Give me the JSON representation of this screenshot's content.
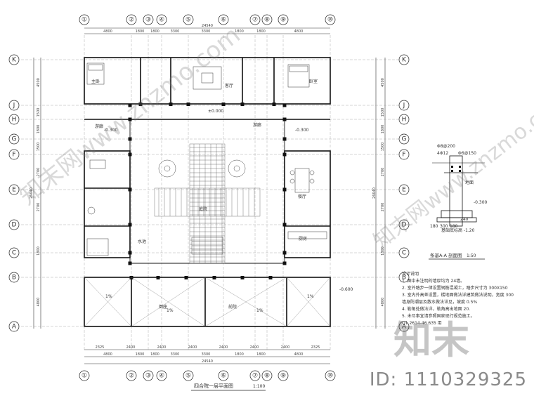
{
  "grid": {
    "cols": [
      "①",
      "②",
      "③",
      "④",
      "⑤",
      "⑥",
      "⑦",
      "⑧",
      "⑨",
      "⑩"
    ],
    "rows": [
      "K",
      "J",
      "H",
      "G",
      "F",
      "E",
      "D",
      "C",
      "B",
      "A"
    ]
  },
  "dims": {
    "total": "24540",
    "top": [
      "4800",
      "1800",
      "1800",
      "3300",
      "3300",
      "1800",
      "1800",
      "4800"
    ],
    "bottom": [
      "4800",
      "1800",
      "1800",
      "3300",
      "3300",
      "1800",
      "1800",
      "4800"
    ],
    "bottom2": [
      "2325",
      "2400",
      "2400",
      "2400",
      "2400",
      "2400",
      "2400",
      "2325"
    ],
    "left": [
      "4500",
      "1500",
      "1800",
      "1500",
      "2700",
      "2700",
      "1800",
      "4800"
    ],
    "right": [
      "4500",
      "1500",
      "1800",
      "1500",
      "2700",
      "2700",
      "1800",
      "4800"
    ],
    "total_v": "26640"
  },
  "rooms": {
    "master_bed": "主卧",
    "living": "客厅",
    "bedroom_r": "卧室",
    "corridor_l": "游廊",
    "corridor_r": "游廊",
    "courtyard": "庭院",
    "dining": "餐厅",
    "kitchen": "厨房",
    "front_l": "倒座",
    "front_r": "前院",
    "slope1": "1%",
    "slope2": "1%",
    "slope3": "1%",
    "slope4": "1%",
    "pm0": "±0.000",
    "m03": "-0.300",
    "m03b": "-0.300",
    "m06": "-0.600",
    "pool": "水池"
  },
  "plan_title": "四合院一层平面图",
  "plan_scale": "1:100",
  "section": {
    "title": "条基A-A 剖面图",
    "scale": "1:50",
    "rebar1": "Φ8@200",
    "rebar2": "4Φ12",
    "rebar3": "Φ6@150",
    "floor": "地面",
    "m03": "-0.300",
    "dim_a": "180",
    "dim_b": "300",
    "dim_c": "180",
    "dim_d": "240",
    "base": "基础底标高 -1.20"
  },
  "notes": {
    "title": "设计说明",
    "lines": [
      "1. 图中未注明的墙厚均为    24墙。",
      "2. 室外踏步一律设置钢筋混凝土，踏步尺寸为    300X150",
      "3. 室内外高差设置，楼地面做法详建筑做法说明，宽度    300",
      "   墙身防潮层及散水做法详见，坡度    0.5%",
      "4. 勒角处做法详，勒角高出地面    20.",
      "5. 未尽事宜请参照国家现行规范施工。"
    ],
    "contact": "Q1 2614-46 635 用"
  },
  "watermark": {
    "brand_cn": "知末网www.znzmo.com",
    "big": "知末",
    "id_text": "ID: 1110329325"
  }
}
